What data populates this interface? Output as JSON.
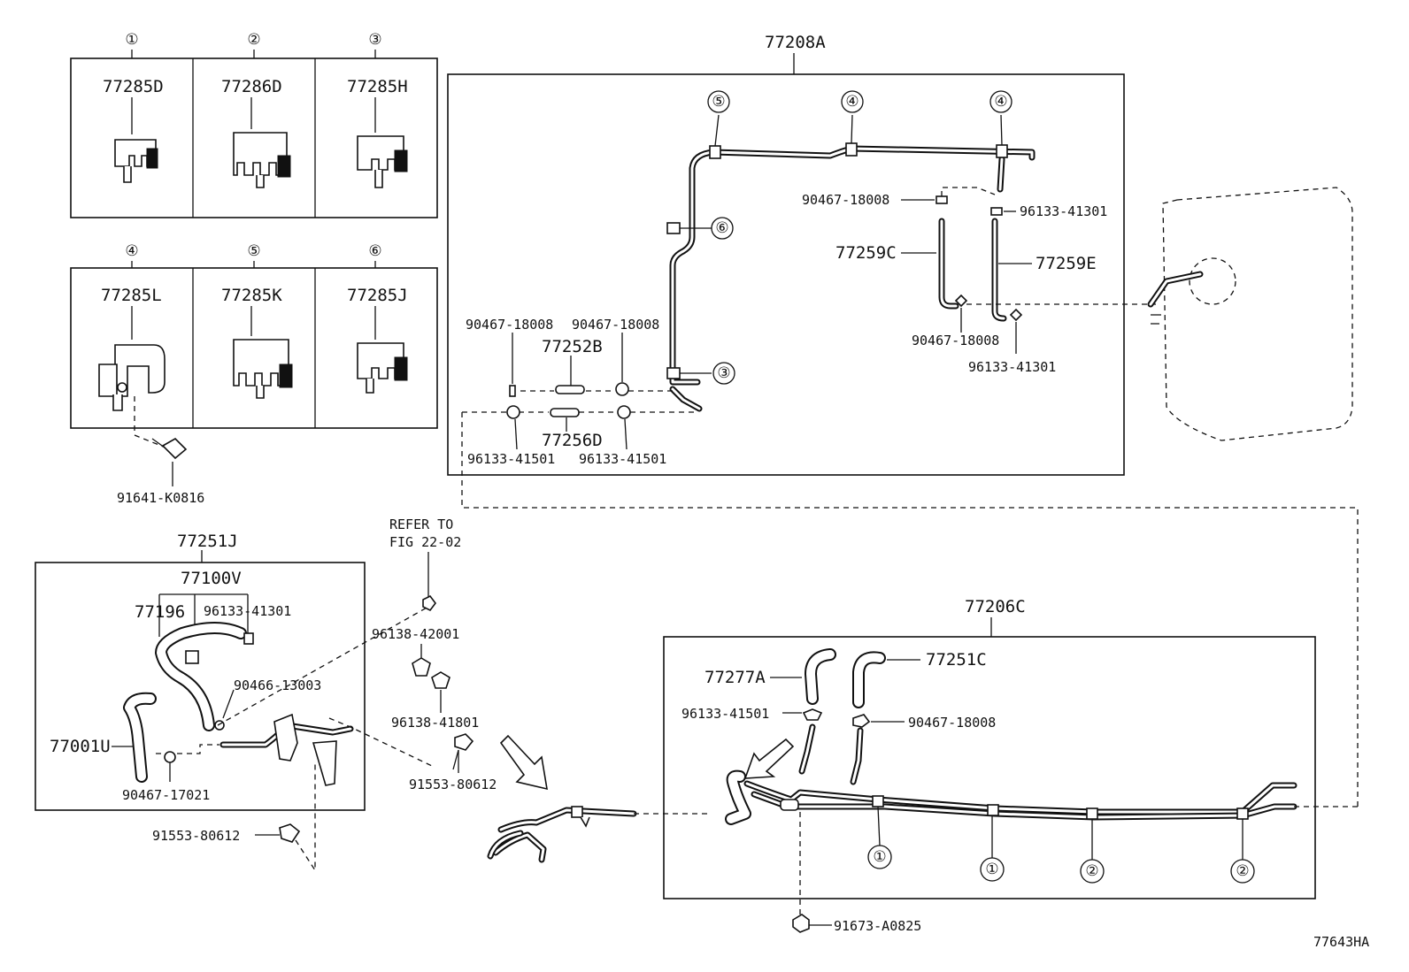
{
  "drawing_id": "77643HA",
  "clamp_sets": [
    {
      "num": "①",
      "part": "77285D"
    },
    {
      "num": "②",
      "part": "77286D"
    },
    {
      "num": "③",
      "part": "77285H"
    },
    {
      "num": "④",
      "part": "77285L"
    },
    {
      "num": "⑤",
      "part": "77285K"
    },
    {
      "num": "⑥",
      "part": "77285J"
    }
  ],
  "bolt_clamp4": "91641-K0816",
  "upper_assy": {
    "title": "77208A",
    "clamp_refs": [
      "⑤",
      "④",
      "④",
      "⑥",
      "③"
    ],
    "hose_c": "77259C",
    "hose_e": "77259E",
    "clip_top_left": "90467-18008",
    "clamp_top_right": "96133-41301",
    "clip_bottom_left": "90467-18008",
    "clamp_bottom_right": "96133-41301",
    "clip_a": "90467-18008",
    "clip_b": "90467-18008",
    "hose_b": "77252B",
    "hose_d": "77256D",
    "clamp_a": "96133-41501",
    "clamp_b": "96133-41501"
  },
  "left_assy": {
    "title": "77251J",
    "sub": "77100V",
    "part_196": "77196",
    "clamp": "96133-41301",
    "clip_1": "90466-13003",
    "hose_u": "77001U",
    "clip_2": "90467-17021",
    "bolt": "91553-80612"
  },
  "middle": {
    "refer_1": "REFER TO",
    "refer_2": "FIG 22-02",
    "clamp_1": "96138-42001",
    "clamp_2": "96138-41801",
    "bolt": "91553-80612"
  },
  "lower_assy": {
    "title": "77206C",
    "hose_a": "77277A",
    "hose_c": "77251C",
    "clamp": "96133-41501",
    "clip": "90467-18008",
    "clamp_refs": [
      "①",
      "①",
      "②",
      "②"
    ],
    "bolt": "91673-A0825"
  }
}
